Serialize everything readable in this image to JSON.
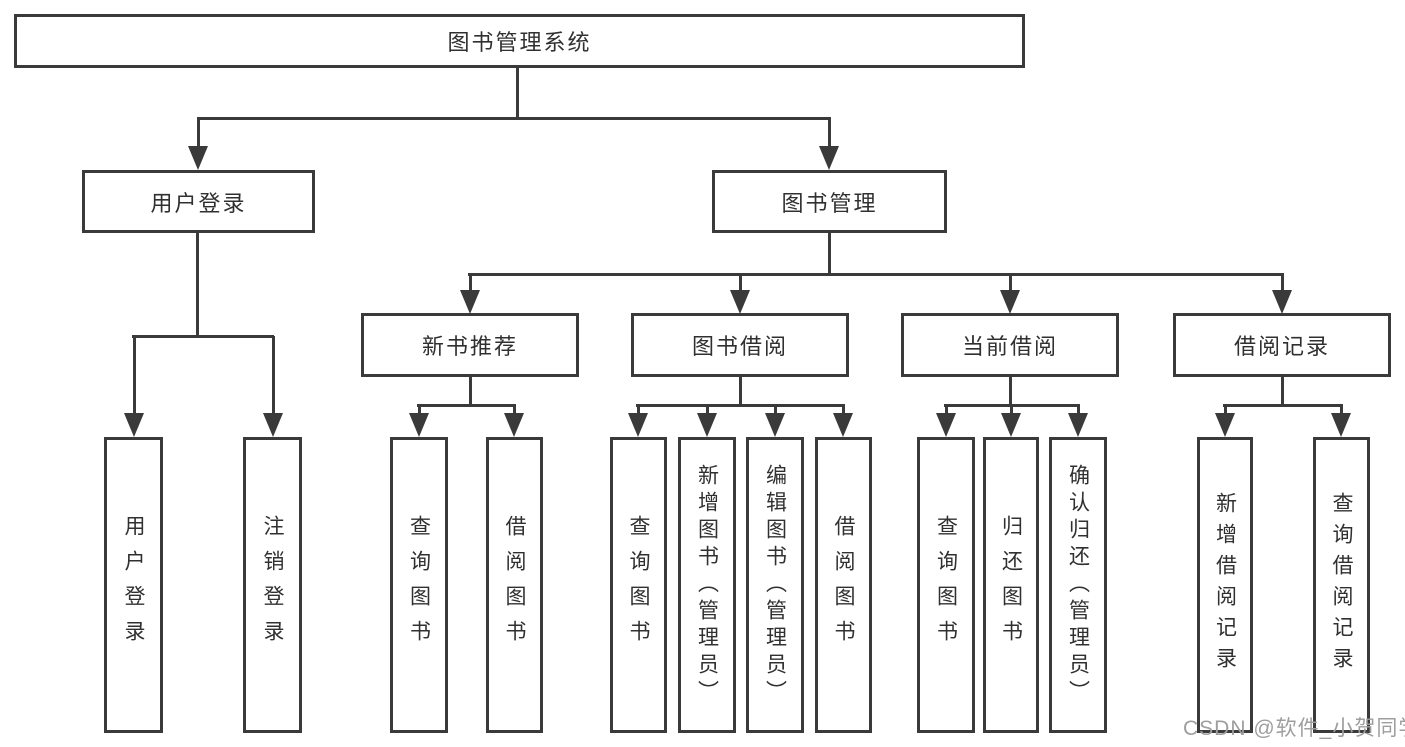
{
  "diagram_title": "图书管理系统",
  "tree": {
    "label": "图书管理系统",
    "children": [
      {
        "label": "用户登录",
        "children": [
          {
            "label": "用户登录"
          },
          {
            "label": "注销登录"
          }
        ]
      },
      {
        "label": "图书管理",
        "children": [
          {
            "label": "新书推荐",
            "children": [
              {
                "label": "查询图书"
              },
              {
                "label": "借阅图书"
              }
            ]
          },
          {
            "label": "图书借阅",
            "children": [
              {
                "label": "查询图书"
              },
              {
                "label": "新增图书（管理员）"
              },
              {
                "label": "编辑图书（管理员）"
              },
              {
                "label": "借阅图书"
              }
            ]
          },
          {
            "label": "当前借阅",
            "children": [
              {
                "label": "查询图书"
              },
              {
                "label": "归还图书"
              },
              {
                "label": "确认归还（管理员）"
              }
            ]
          },
          {
            "label": "借阅记录",
            "children": [
              {
                "label": "新增借阅记录"
              },
              {
                "label": "查询借阅记录"
              }
            ]
          }
        ]
      }
    ]
  },
  "watermark": "CSDN @软件_小贺同学",
  "colors": {
    "line": "#3a3a3a",
    "text": "#303030",
    "watermark": "#9e9e9e",
    "background": "#ffffff"
  }
}
